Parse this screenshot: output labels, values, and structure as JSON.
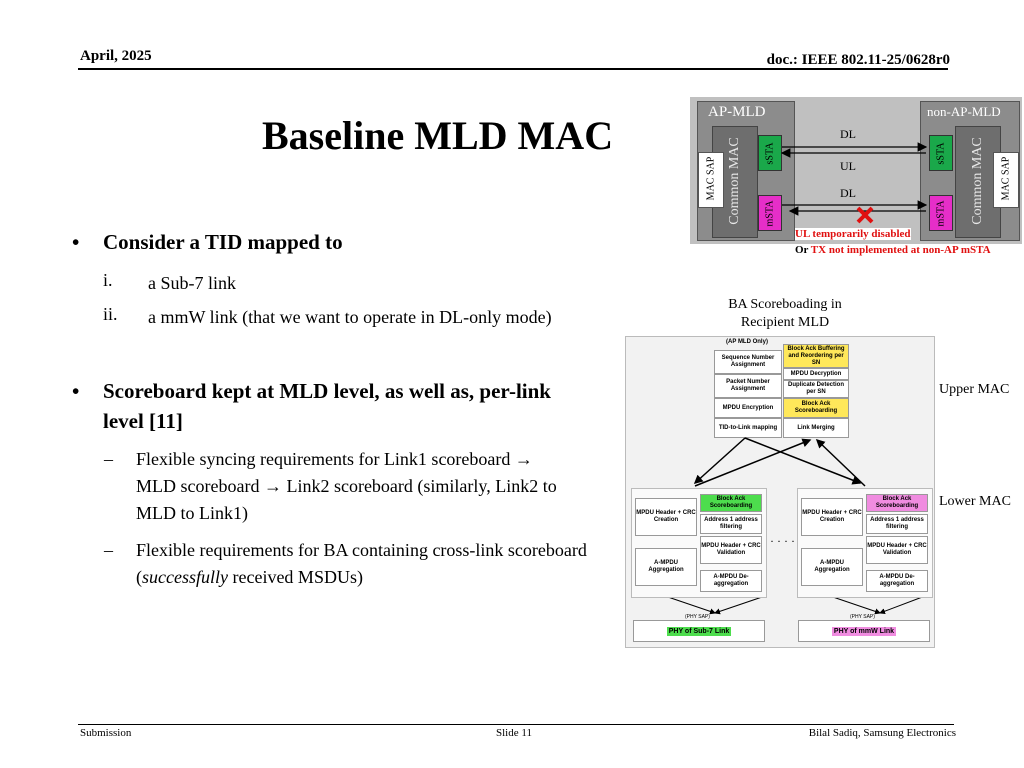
{
  "header": {
    "date": "April, 2025",
    "doc": "doc.: IEEE 802.11-25/0628r0"
  },
  "title": "Baseline MLD MAC",
  "bullets": {
    "b1": {
      "mark": "•",
      "text": "Consider a TID mapped to"
    },
    "sub1": {
      "num": "i.",
      "text": "a Sub-7 link"
    },
    "sub2": {
      "num": "ii.",
      "text": "a mmW link (that we want to operate in DL-only mode)"
    },
    "b2": {
      "mark": "•",
      "text": "Scoreboard kept at MLD level, as well as, per-link level   [11]"
    },
    "dash1": {
      "mark": "–",
      "text": "Flexible syncing requirements for Link1 scoreboard → MLD scoreboard → Link2 scoreboard (similarly, Link2 to MLD to Link1)"
    },
    "dash2": {
      "mark": "–",
      "pre": "Flexible requirements for BA containing cross-link scoreboard (",
      "em": "successfully",
      "post": " received MSDUs)"
    }
  },
  "diagram1": {
    "ap_mld": "AP-MLD",
    "non_ap_mld": "non-AP-MLD",
    "common_mac": "Common MAC",
    "mac_sap": "MAC SAP",
    "ssta": "sSTA",
    "msta": "mSTA",
    "dl": "DL",
    "ul": "UL",
    "dl2": "DL",
    "note1": "UL temporarily disabled",
    "note2_prefix": "Or ",
    "note2": "TX not implemented at non-AP mSTA"
  },
  "diagram2": {
    "caption_line1": "BA Scoreboading  in",
    "caption_line2": "Recipient MLD",
    "upper_mac": "Upper MAC",
    "lower_mac": "Lower MAC",
    "upper_left": [
      "(AP MLD Only)",
      "Sequence Number Assignment",
      "Packet Number Assignment",
      "MPDU Encryption",
      "TID-to-Link mapping"
    ],
    "upper_right": [
      "Block Ack Buffering and Reordering per SN",
      "MPDU Decryption",
      "Duplicate Detection per SN",
      "Block Ack Scoreboarding",
      "Link Merging"
    ],
    "lower": {
      "hdr_crc_creation": "MPDU Header + CRC Creation",
      "block_ack_sb": "Block Ack Scoreboarding",
      "addr_filter": "Address 1 address filtering",
      "hdr_crc_validation": "MPDU Header + CRC Validation",
      "ampdu_agg": "A-MPDU Aggregation",
      "ampdu_deagg": "A-MPDU De-aggregation"
    },
    "ellipsis": "· · · ·",
    "phy_sap": "(PHY SAP)",
    "phy_left": "PHY of Sub-7 Link",
    "phy_right": "PHY of mmW Link"
  },
  "footer": {
    "left": "Submission",
    "center": "Slide 11",
    "right": "Bilal Sadiq, Samsung Electronics"
  },
  "colors": {
    "green_sta": "#1aa84a",
    "pink_sta": "#e62ec8",
    "red_note": "#e01010",
    "yellow_box": "#ffe85a"
  }
}
